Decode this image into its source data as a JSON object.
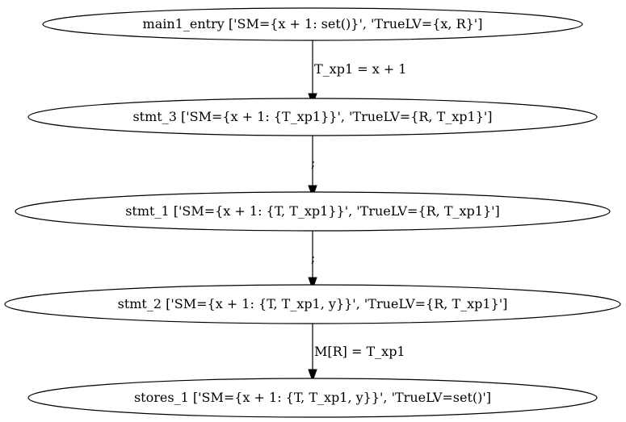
{
  "graph": {
    "nodes": [
      {
        "id": "main1_entry",
        "label": "main1_entry ['SM={x + 1: set()}', 'TrueLV={x, R}']"
      },
      {
        "id": "stmt_3",
        "label": "stmt_3 ['SM={x + 1: {T_xp1}}', 'TrueLV={R, T_xp1}']"
      },
      {
        "id": "stmt_1",
        "label": "stmt_1 ['SM={x + 1: {T, T_xp1}}', 'TrueLV={R, T_xp1}']"
      },
      {
        "id": "stmt_2",
        "label": "stmt_2 ['SM={x + 1: {T, T_xp1, y}}', 'TrueLV={R, T_xp1}']"
      },
      {
        "id": "stores_1",
        "label": "stores_1 ['SM={x + 1: {T, T_xp1, y}}', 'TrueLV=set()']"
      }
    ],
    "edges": [
      {
        "from": "main1_entry",
        "to": "stmt_3",
        "label": "T_xp1 = x + 1"
      },
      {
        "from": "stmt_3",
        "to": "stmt_1",
        "label": ";"
      },
      {
        "from": "stmt_1",
        "to": "stmt_2",
        "label": ";"
      },
      {
        "from": "stmt_2",
        "to": "stores_1",
        "label": "M[R] = T_xp1"
      }
    ]
  }
}
